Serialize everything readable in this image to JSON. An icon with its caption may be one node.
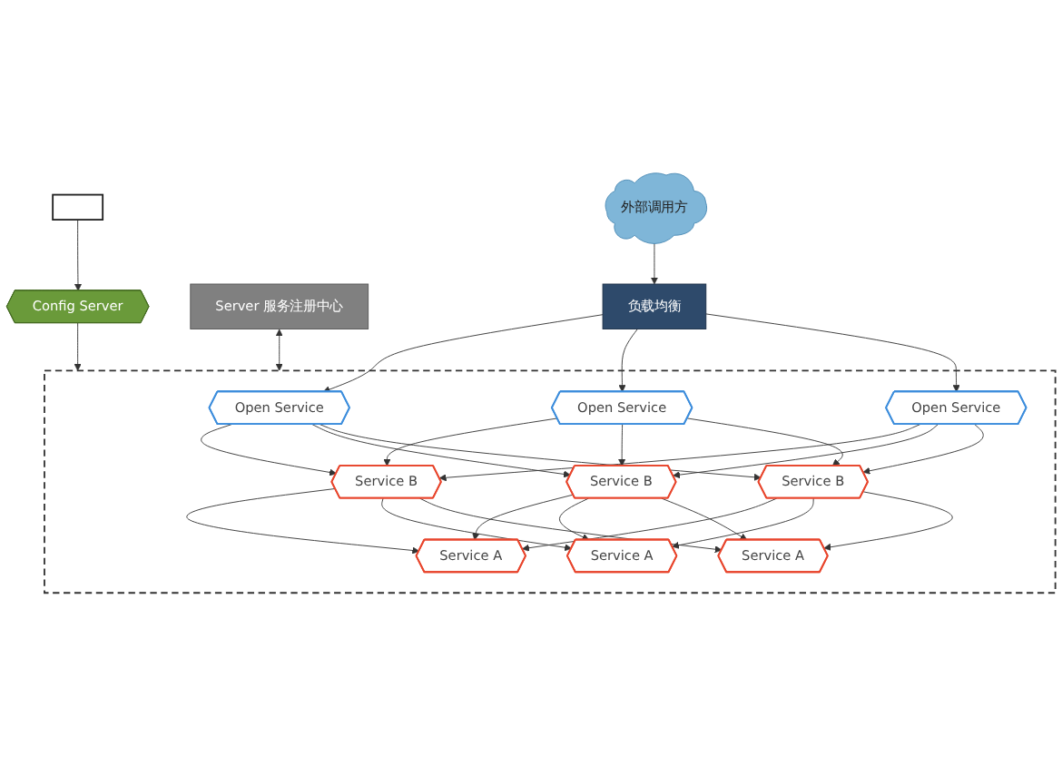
{
  "diagram": {
    "nodes": [
      {
        "text": [
          "外部调用方"
        ]
      },
      {
        "text": [
          "负载均衡"
        ]
      },
      {
        "text": [],
        "shape": "box"
      },
      {
        "text": [
          "Open Service"
        ],
        "in": 2
      },
      {
        "text": [
          "Open Service"
        ],
        "in": 2
      },
      {
        "text": [
          "Open Service"
        ],
        "in": 2
      },
      {
        "text": [
          "Service B"
        ],
        "in": 2
      },
      {
        "text": [
          "Service B"
        ],
        "in": 2
      },
      {
        "text": [
          "Service B"
        ],
        "in": 2
      },
      {
        "text": [
          "Service A"
        ],
        "in": 2
      },
      {
        "text": [
          "Service A"
        ],
        "in": 2
      },
      {
        "text": [
          "Service A"
        ],
        "in": 2
      },
      {
        "text": [
          "Server 服务注册中心"
        ]
      },
      {
        "text": [],
        "shape": "box"
      },
      {
        "text": [
          "Config Server"
        ]
      }
    ],
    "edges": [
      {
        "from": 0,
        "to": 1,
        "arrow": "to"
      },
      {
        "from": 1,
        "to": 3,
        "arrow": "to"
      },
      {
        "from": 1,
        "to": 4,
        "arrow": "to"
      },
      {
        "from": 1,
        "to": 5,
        "arrow": "to"
      },
      {
        "from": 3,
        "to": 6,
        "arrow": "to"
      },
      {
        "from": 3,
        "to": 7,
        "arrow": "to"
      },
      {
        "from": 3,
        "to": 8,
        "arrow": "to"
      },
      {
        "from": 4,
        "to": 6,
        "arrow": "to"
      },
      {
        "from": 4,
        "to": 7,
        "arrow": "to"
      },
      {
        "from": 4,
        "to": 8,
        "arrow": "to"
      },
      {
        "from": 5,
        "to": 6,
        "arrow": "to"
      },
      {
        "from": 5,
        "to": 7,
        "arrow": "to"
      },
      {
        "from": 5,
        "to": 8,
        "arrow": "to"
      },
      {
        "from": 6,
        "to": 9,
        "arrow": "to"
      },
      {
        "from": 6,
        "to": 10,
        "arrow": "to"
      },
      {
        "from": 6,
        "to": 11,
        "arrow": "to"
      },
      {
        "from": 7,
        "to": 9,
        "arrow": "to"
      },
      {
        "from": 7,
        "to": 10,
        "arrow": "to"
      },
      {
        "from": 7,
        "to": 11,
        "arrow": "to"
      },
      {
        "from": 8,
        "to": 9,
        "arrow": "to"
      },
      {
        "from": 8,
        "to": 10,
        "arrow": "to"
      },
      {
        "from": 8,
        "to": 11,
        "arrow": "to"
      },
      {
        "from": 12,
        "to": 2,
        "arrow": "both"
      },
      {
        "from": 13,
        "to": 14,
        "arrow": "to"
      },
      {
        "from": 14,
        "to": 2,
        "arrow": "to"
      }
    ]
  }
}
